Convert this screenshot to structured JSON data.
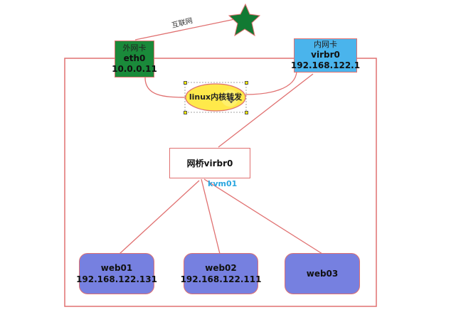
{
  "diagram": {
    "title": "KVM NAT network topology",
    "internet": {
      "label": "互联网",
      "icon": "star-icon",
      "color": "#127a33"
    },
    "external_nic": {
      "title": "外网卡",
      "name": "eth0",
      "ip": "10.0.0.11",
      "color": "#1a8a3a"
    },
    "internal_nic": {
      "title": "内网卡",
      "name": "virbr0",
      "ip": "192.168.122.1",
      "color": "#4ab4ec"
    },
    "forwarding": {
      "label": "linux内核转发",
      "color": "#ffe94a"
    },
    "bridge": {
      "label": "网桥virbr0"
    },
    "host": {
      "label": "kvm01",
      "color": "#2aa6e0"
    },
    "vms": [
      {
        "name": "web01",
        "ip": "192.168.122.131"
      },
      {
        "name": "web02",
        "ip": "192.168.122.111"
      },
      {
        "name": "web03",
        "ip": ""
      }
    ],
    "vm_color": "#7680e0",
    "line_color": "#e07070"
  }
}
